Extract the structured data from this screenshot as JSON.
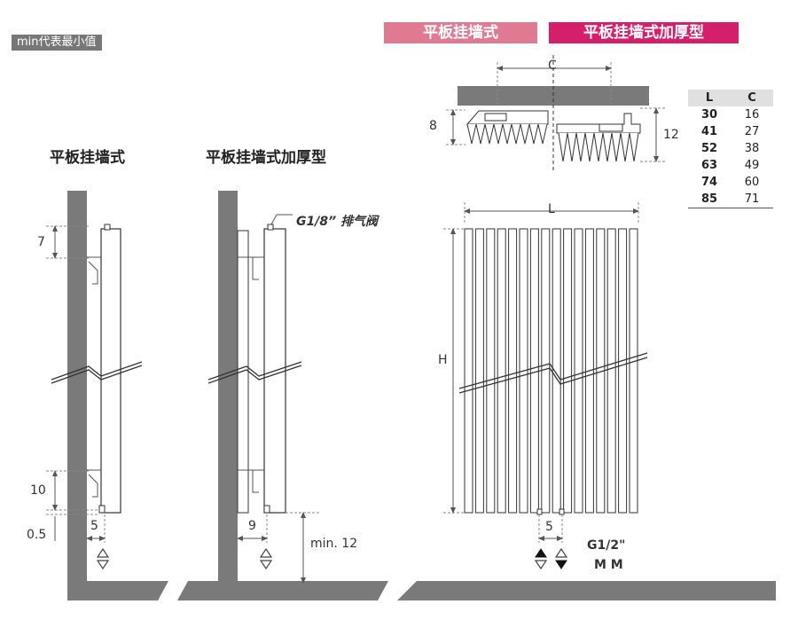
{
  "note": "min代表最小值",
  "tags": {
    "flat": "平板挂墙式",
    "thick": "平板挂墙式加厚型"
  },
  "side_views": {
    "flat_title": "平板挂墙式",
    "thick_title": "平板挂墙式加厚型",
    "vent_label": "G1/8” 排气阀"
  },
  "dims": {
    "d7": "7",
    "d10": "10",
    "d05": "0.5",
    "d5": "5",
    "d9": "9",
    "min12": "min. 12",
    "d8": "8",
    "d12": "12",
    "C": "C",
    "L": "L",
    "H": "H",
    "d5b": "5"
  },
  "connection": {
    "thread": "G1/2\"",
    "mm": "M M"
  },
  "table": {
    "headers": [
      "L",
      "C"
    ],
    "rows": [
      [
        "30",
        "16"
      ],
      [
        "41",
        "27"
      ],
      [
        "52",
        "38"
      ],
      [
        "63",
        "49"
      ],
      [
        "74",
        "60"
      ],
      [
        "85",
        "71"
      ]
    ]
  }
}
